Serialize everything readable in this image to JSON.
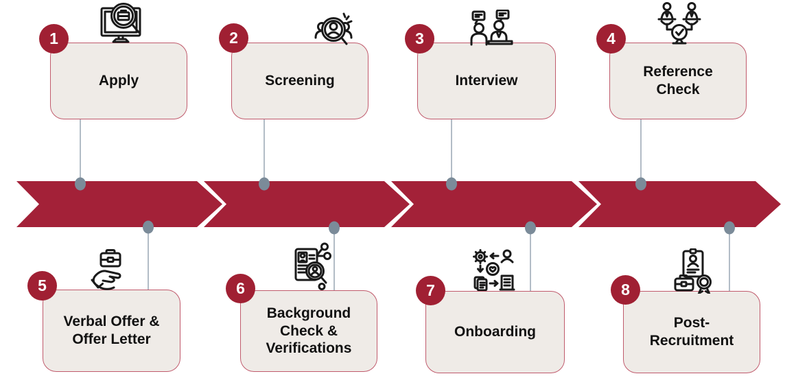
{
  "diagram": {
    "type": "process-chevron-timeline",
    "steps": [
      {
        "number": "1",
        "label": "Apply",
        "icon": "job-search-monitor-icon"
      },
      {
        "number": "2",
        "label": "Screening",
        "icon": "candidate-screening-icon"
      },
      {
        "number": "3",
        "label": "Interview",
        "icon": "interview-conversation-icon"
      },
      {
        "number": "4",
        "label": "Reference\nCheck",
        "icon": "reference-balance-icon"
      },
      {
        "number": "5",
        "label": "Verbal Offer &\nOffer Letter",
        "icon": "offer-hand-briefcase-icon"
      },
      {
        "number": "6",
        "label": "Background\nCheck &\nVerifications",
        "icon": "background-check-document-icon"
      },
      {
        "number": "7",
        "label": "Onboarding",
        "icon": "onboarding-workflow-icon"
      },
      {
        "number": "8",
        "label": "Post-\nRecruitment",
        "icon": "certificate-briefcase-icon"
      }
    ]
  },
  "colors": {
    "chevron_red": "#A32138",
    "badge_red": "#A02033",
    "box_fill": "#EFEBE7",
    "box_border": "#C05A6C",
    "connector_dot": "#7B8B99",
    "connector_line": "#91A0AD",
    "label_text": "#111111",
    "icon_stroke": "#1A1A1A"
  }
}
